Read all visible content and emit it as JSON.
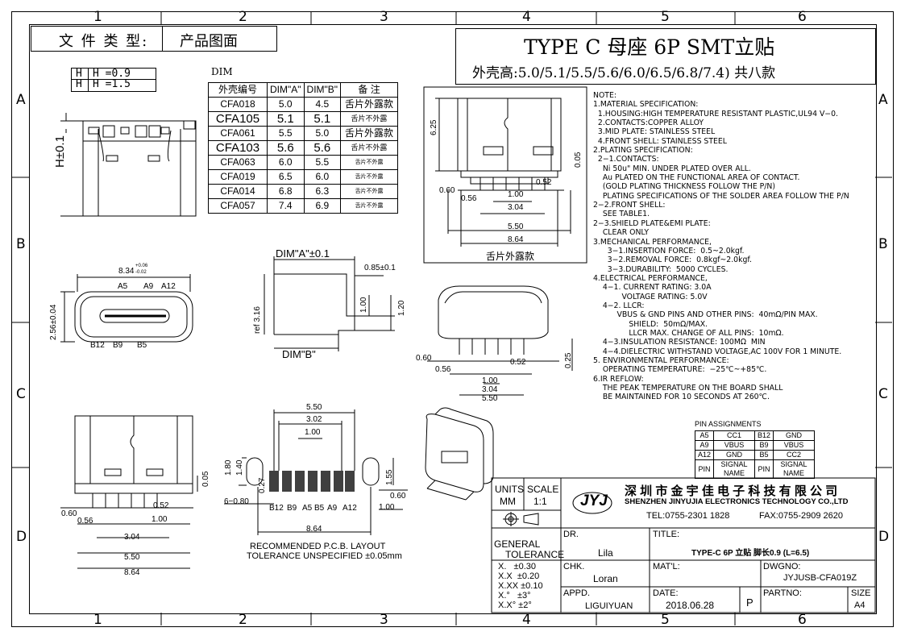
{
  "zones": {
    "columns": [
      "1",
      "2",
      "3",
      "4",
      "5",
      "6"
    ],
    "rows": [
      "A",
      "B",
      "C",
      "D"
    ]
  },
  "header": {
    "doc_type_label": "文 件 类 型:",
    "doc_type_value": "产品图面",
    "title": "TYPE C 母座 6P SMT立贴",
    "subtitle": "外壳高:5.0/5.1/5.5/5.6/6.0/6.5/6.8/7.4) 共八款"
  },
  "h_box": {
    "row1_a": "H",
    "row1_b": "H =0.9",
    "row2_a": "H",
    "row2_b": "H =1.5"
  },
  "dim_table": {
    "caption": "DIM",
    "headers": [
      "外壳编号",
      "DIM\"A\"",
      "DIM\"B\"",
      "备 注"
    ],
    "rows": [
      [
        "CFA018",
        "5.0",
        "4.5",
        "舌片外露款"
      ],
      [
        "CFA105",
        "5.1",
        "5.1",
        "舌片不外露"
      ],
      [
        "CFA061",
        "5.5",
        "5.0",
        "舌片外露款"
      ],
      [
        "CFA103",
        "5.6",
        "5.6",
        "舌片不外露"
      ],
      [
        "CFA063",
        "6.0",
        "5.5",
        "舌片不外露"
      ],
      [
        "CFA019",
        "6.5",
        "6.0",
        "舌片不外露"
      ],
      [
        "CFA014",
        "6.8",
        "6.3",
        "舌片不外露"
      ],
      [
        "CFA057",
        "7.4",
        "6.9",
        "舌片不外露"
      ]
    ]
  },
  "front_view": {
    "dims": [
      "6.25",
      "0.05",
      "0.60",
      "0.56",
      "0.52",
      "1.00",
      "3.04",
      "5.50",
      "8.64"
    ],
    "caption": "舌片外露款"
  },
  "side_left": {
    "h_label": "H±0.1"
  },
  "top_view": {
    "width": "8.34",
    "width_tol_plus": "+0.06",
    "width_tol_minus": "-0.02",
    "height": "2.56±0.04",
    "pins_top": [
      "A5",
      "A9",
      "A12"
    ],
    "pins_bottom": [
      "B12",
      "B9",
      "B5"
    ]
  },
  "side_view": {
    "dim_a": "DIM\"A\"±0.1",
    "dim_b": "DIM\"B\"",
    "d_085": "0.85±0.1",
    "d_100": "1.00",
    "d_120": "1.20",
    "ref": "ref 3.16"
  },
  "rear_view": {
    "dims": [
      "0.60",
      "0.56",
      "0.52",
      "0.25",
      "1.00",
      "3.04",
      "5.50"
    ]
  },
  "bottom_view": {
    "dims": [
      "0.05",
      "0.60",
      "0.56",
      "0.52",
      "1.00",
      "3.04",
      "5.50",
      "8.64"
    ]
  },
  "pcb": {
    "dims_top": [
      "5.50",
      "3.02",
      "1.00"
    ],
    "d_180": "1.80",
    "d_140": "1.40",
    "d_027": "0.27",
    "d_155": "1.55",
    "d_060": "0.60",
    "d_100": "1.00",
    "d_6_080": "6−0.80",
    "d_864": "8.64",
    "pins": [
      "B12",
      "B9",
      "A5",
      "B5",
      "A9",
      "A12"
    ],
    "caption1": "RECOMMENDED   P.C.B. LAYOUT",
    "caption2": "TOLERANCE UNSPECIFIED ±0.05mm"
  },
  "notes": [
    "NOTE:",
    "1.MATERIAL SPECIFICATION:",
    "  1.HOUSING:HIGH TEMPERATURE RESISTANT PLASTIC,UL94 V−0.",
    "  2.CONTACTS:COPPER ALLOY",
    "  3.MID PLATE: STAINLESS STEEL",
    "  4.FRONT SHELL: STAINLESS STEEL",
    "2.PLATING SPECIFICATION:",
    "  2−1.CONTACTS:",
    "    Ni 50u\" MIN. UNDER PLATED OVER ALL.",
    "    Au PLATED ON THE FUNCTIONAL AREA OF CONTACT.",
    "    (GOLD PLATING THICKNESS FOLLOW THE P/N)",
    "    PLATING SPECIFICATIONS OF THE SOLDER AREA FOLLOW THE P/N",
    "2−2.FRONT SHELL:",
    "    SEE TABLE1.",
    "2−3.SHIELD PLATE&EMI PLATE:",
    "    CLEAR ONLY",
    "3.MECHANICAL PERFORMANCE,",
    "      3−1.INSERTION FORCE:  0.5~2.0kgf.",
    "      3−2.REMOVAL FORCE:  0.8kgf~2.0kgf.",
    "      3−3.DURABILITY:  5000 CYCLES.",
    "4.ELECTRICAL PERFORMANCE,",
    "    4−1. CURRENT RATING: 3.0A",
    "            VOLTAGE RATING: 5.0V",
    "    4−2. LLCR:",
    "          VBUS & GND PINS AND OTHER PINS:  40mΩ/PIN MAX.",
    "               SHIELD:  50mΩ/MAX.",
    "               LLCR MAX. CHANGE OF ALL PINS:  10mΩ.",
    "    4−3.INSULATION RESISTANCE: 100MΩ  MIN",
    "    4−4.DIELECTRIC WITHSTAND VOLTAGE,AC 100V FOR 1 MINUTE.",
    "5. ENVIRONMENTAL PERFORMANCE:",
    "    OPERATING TEMPERATURE:  −25℃~+85℃.",
    "6.IR REFLOW:",
    "    THE PEAK TEMPERATURE ON THE BOARD SHALL",
    "    BE MAINTAINED FOR 10 SECONDS AT 260℃."
  ],
  "pin_assign": {
    "title": "PIN ASSIGNMENTS",
    "rows": [
      [
        "A5",
        "CC1",
        "B12",
        "GND"
      ],
      [
        "A9",
        "VBUS",
        "B9",
        "VBUS"
      ],
      [
        "A12",
        "GND",
        "B5",
        "CC2"
      ],
      [
        "PIN",
        "SIGNAL NAME",
        "PIN",
        "SIGNAL NAME"
      ]
    ]
  },
  "title_block": {
    "units_label": "UNITS",
    "units_value": "MM",
    "scale_label": "SCALE",
    "scale_value": "1:1",
    "company_cn": "深 圳 市 金 宇 佳 电 子 科 技 有 限 公 司",
    "company_en": "SHENZHEN JINYUJIA ELECTRONICS TECHNOLOGY CO.,LTD",
    "tel": "TEL:0755-2301 1828",
    "fax": "FAX:0755-2909 2620",
    "general_tol": "GENERAL",
    "tolerance": "TOLERANCE",
    "tols": [
      "X.   ±0.30",
      "X.X  ±0.20",
      "X.XX ±0.10",
      "X.°   ±3°",
      "X.X° ±2°"
    ],
    "dr_label": "DR.",
    "dr_value": "Lila",
    "title_label": "TITLE:",
    "title_value": "TYPE-C 6P 立贴 脚长0.9 (L=6.5)",
    "chk_label": "CHK.",
    "chk_value": "Loran",
    "matl_label": "MAT'L:",
    "dwg_label": "DWGNO:",
    "dwg_value": "JYJUSB-CFA019Z",
    "appd_label": "APPD.",
    "appd_value": "LIGUIYUAN",
    "date_label": "DATE:",
    "date_value": "2018.06.28",
    "p_label": "P",
    "partno_label": "PARTNO:",
    "size_label": "SIZE",
    "size_value": "A4"
  }
}
